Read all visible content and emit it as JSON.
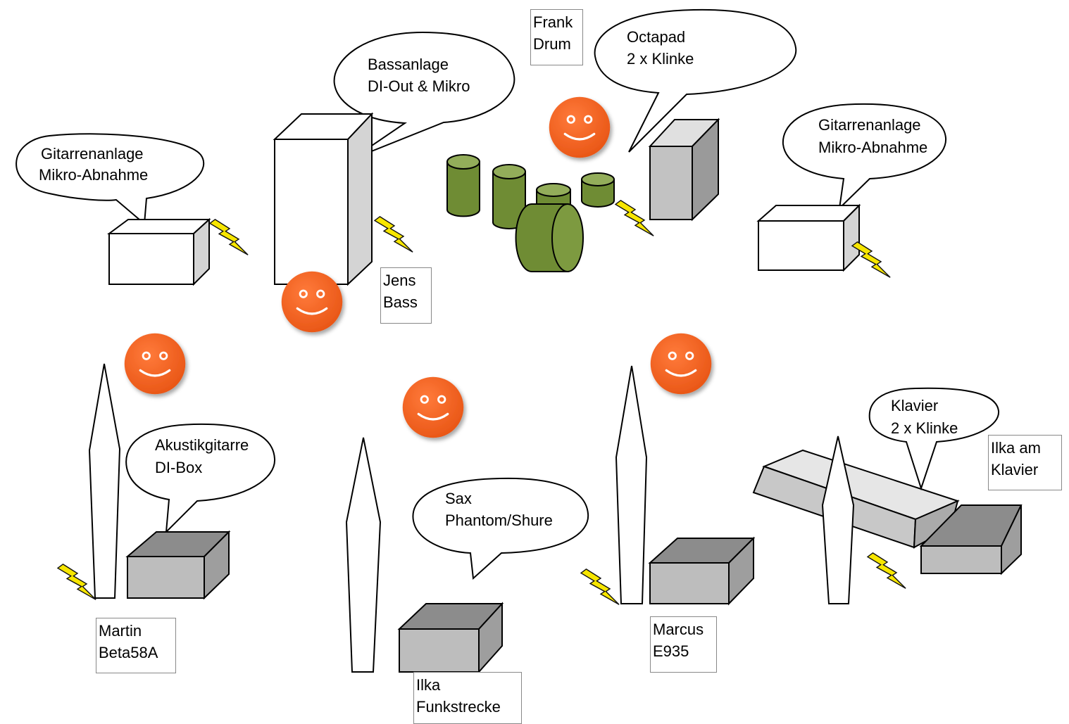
{
  "colors": {
    "drum_green": "#79963c",
    "face_orange": "#f26522",
    "bolt_yellow": "#f7e600",
    "box_gray": "#bdbdbd",
    "box_dark": "#8c8c8c"
  },
  "callouts": {
    "git_left": {
      "line1": "Gitarrenanlage",
      "line2": "Mikro-Abnahme"
    },
    "bass": {
      "line1": "Bassanlage",
      "line2": "DI-Out & Mikro"
    },
    "octapad": {
      "line1": "Octapad",
      "line2": "2 x Klinke"
    },
    "git_right": {
      "line1": "Gitarrenanlage",
      "line2": "Mikro-Abnahme"
    },
    "acoustic": {
      "line1": "Akustikgitarre",
      "line2": "DI-Box"
    },
    "sax": {
      "line1": "Sax",
      "line2": "Phantom/Shure"
    },
    "klavier": {
      "line1": "Klavier",
      "line2": "2 x Klinke"
    }
  },
  "labels": {
    "frank": {
      "line1": "Frank",
      "line2": "Drum"
    },
    "jens": {
      "line1": "Jens",
      "line2": "Bass"
    },
    "martin": {
      "line1": "Martin",
      "line2": "Beta58A"
    },
    "ilka_funk": {
      "line1": "Ilka",
      "line2": "Funkstrecke"
    },
    "marcus": {
      "line1": "Marcus",
      "line2": "E935"
    },
    "ilka_klavier": {
      "line1": "Ilka am",
      "line2": "Klavier"
    }
  }
}
